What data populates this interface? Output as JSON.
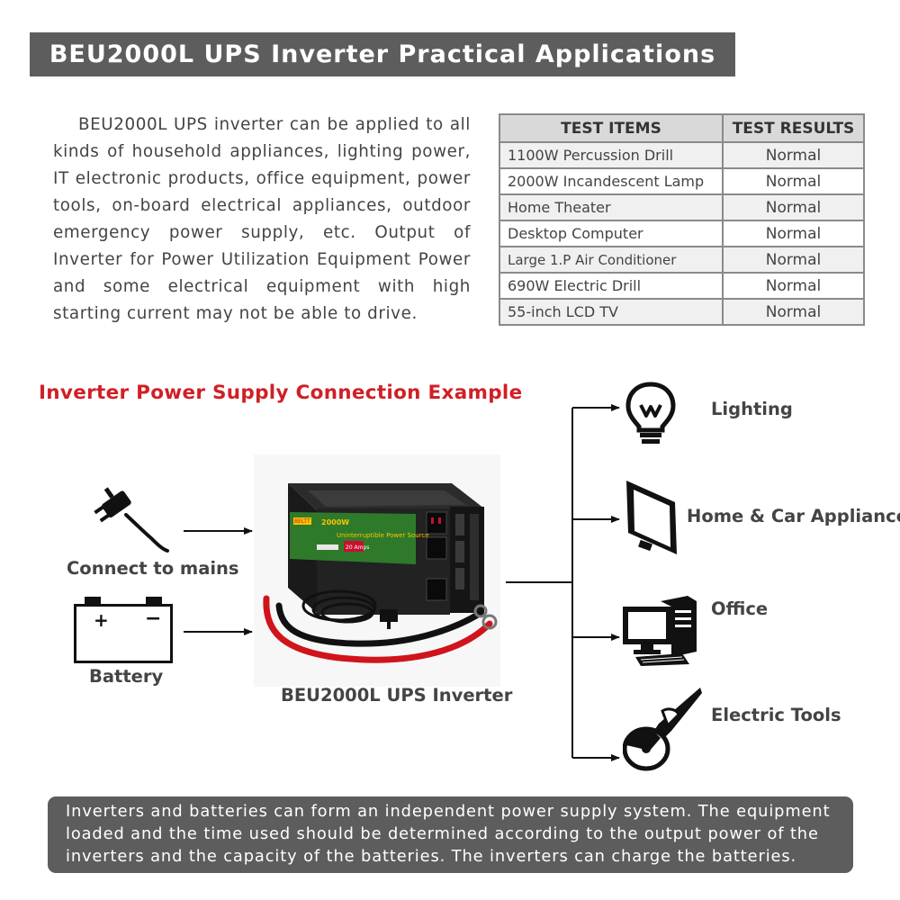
{
  "title": "BEU2000L UPS Inverter Practical Applications",
  "intro": "BEU2000L UPS inverter can be applied to all kinds of household appliances, lighting power, IT electronic products, office equipment, power tools, on-board electrical appliances, outdoor emergency power supply, etc. Output of Inverter for Power Utilization Equipment Power and some electrical equipment with high starting current may not be able to drive.",
  "table": {
    "headers": [
      "TEST ITEMS",
      "TEST RESULTS"
    ],
    "rows": [
      {
        "item": "1100W Percussion Drill",
        "result": "Normal"
      },
      {
        "item": "2000W Incandescent Lamp",
        "result": "Normal"
      },
      {
        "item": "Home Theater",
        "result": "Normal"
      },
      {
        "item": "Desktop Computer",
        "result": "Normal"
      },
      {
        "item": "Large 1.P Air Conditioner",
        "result": "Normal"
      },
      {
        "item": "690W Electric Drill",
        "result": "Normal"
      },
      {
        "item": "55-inch LCD TV",
        "result": "Normal"
      }
    ]
  },
  "connection": {
    "title": "Inverter Power Supply Connection Example",
    "mains_label": "Connect to mains",
    "battery_label": "Battery",
    "battery_plus": "+",
    "battery_minus": "−",
    "inverter_label": "BEU2000L UPS Inverter",
    "inverter_brand": "BELTT",
    "inverter_model": "2000W",
    "inverter_panel": "Uninterruptible Power Source",
    "inverter_badge": "20 Amps",
    "outputs": [
      "Lighting",
      "Home & Car Appliances",
      "Office",
      "Electric Tools"
    ]
  },
  "footer": "Inverters and batteries can form an independent power supply system. The equipment loaded and the time used should be determined according to the output power of the inverters and the capacity of the batteries. The inverters can charge the batteries.",
  "colors": {
    "banner": "#5d5d5d",
    "accent_red": "#d11f26",
    "inverter_panel": "#2f7a2a"
  }
}
